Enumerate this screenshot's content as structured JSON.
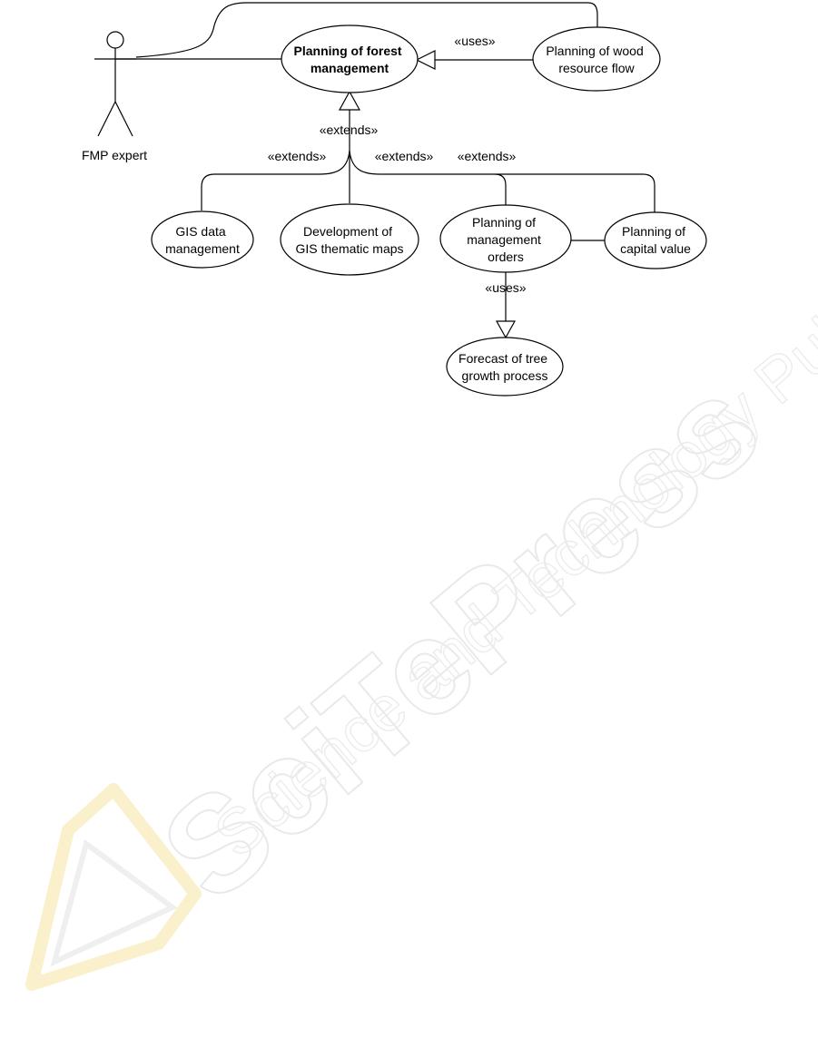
{
  "actor": {
    "label": "FMP expert"
  },
  "use_cases": {
    "planning_forest": {
      "lines": [
        "Planning of forest",
        "management"
      ]
    },
    "planning_wood": {
      "lines": [
        "Planning of wood",
        "resource flow"
      ]
    },
    "gis_data": {
      "lines": [
        "GIS data",
        "management"
      ]
    },
    "gis_maps": {
      "lines": [
        "Development of",
        "GIS thematic maps"
      ]
    },
    "mgmt_orders": {
      "lines": [
        "Planning of",
        "management",
        "orders"
      ]
    },
    "capital_value": {
      "lines": [
        "Planning of",
        "capital value"
      ]
    },
    "forecast": {
      "lines": [
        "Forecast of tree",
        "growth process"
      ]
    }
  },
  "relations": {
    "uses_top": "«uses»",
    "extends_center": "«extends»",
    "extends_left": "«extends»",
    "extends_mid": "«extends»",
    "extends_right": "«extends»",
    "uses_bottom": "«uses»"
  },
  "watermark": {
    "main": "SciTePress",
    "sub": "Science and Technology Publications"
  },
  "colors": {
    "line": "#000000",
    "watermark": "#e6e6e6",
    "logo_accent": "#f8e6a6"
  }
}
